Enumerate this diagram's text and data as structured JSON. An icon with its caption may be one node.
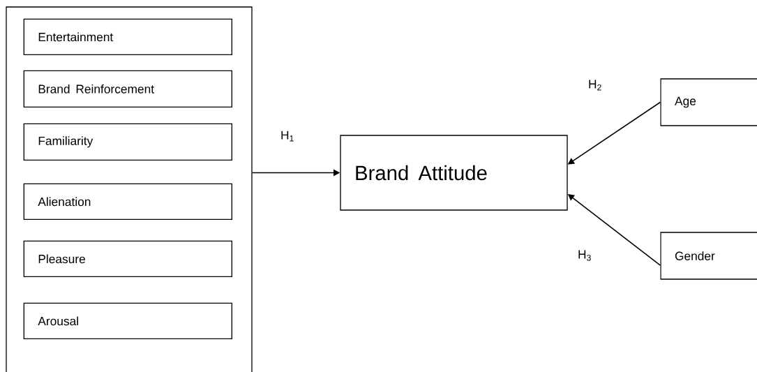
{
  "diagram": {
    "nodes": [
      {
        "text": [],
        "shape": "box"
      },
      {
        "text": [
          "Entertainment"
        ],
        "in": 0
      },
      {
        "text": [
          "Brand Reinforcement"
        ],
        "in": 0
      },
      {
        "text": [
          "Familiarity"
        ],
        "in": 0
      },
      {
        "text": [
          "Alienation"
        ],
        "in": 0
      },
      {
        "text": [
          "Pleasure"
        ],
        "in": 0
      },
      {
        "text": [
          "Arousal"
        ],
        "in": 0
      },
      {
        "text": [
          "Brand Attitude"
        ]
      },
      {
        "text": [
          "Age"
        ]
      },
      {
        "text": [
          "Gender"
        ]
      }
    ],
    "edges": [
      {
        "from": 0,
        "to": 7,
        "arrow": "to",
        "label": "H$_{1}$"
      },
      {
        "from": 8,
        "to": 7,
        "arrow": "to",
        "label": "H$_{2}$"
      },
      {
        "from": 9,
        "to": 7,
        "arrow": "to",
        "label": "H$_{3}$"
      }
    ]
  }
}
